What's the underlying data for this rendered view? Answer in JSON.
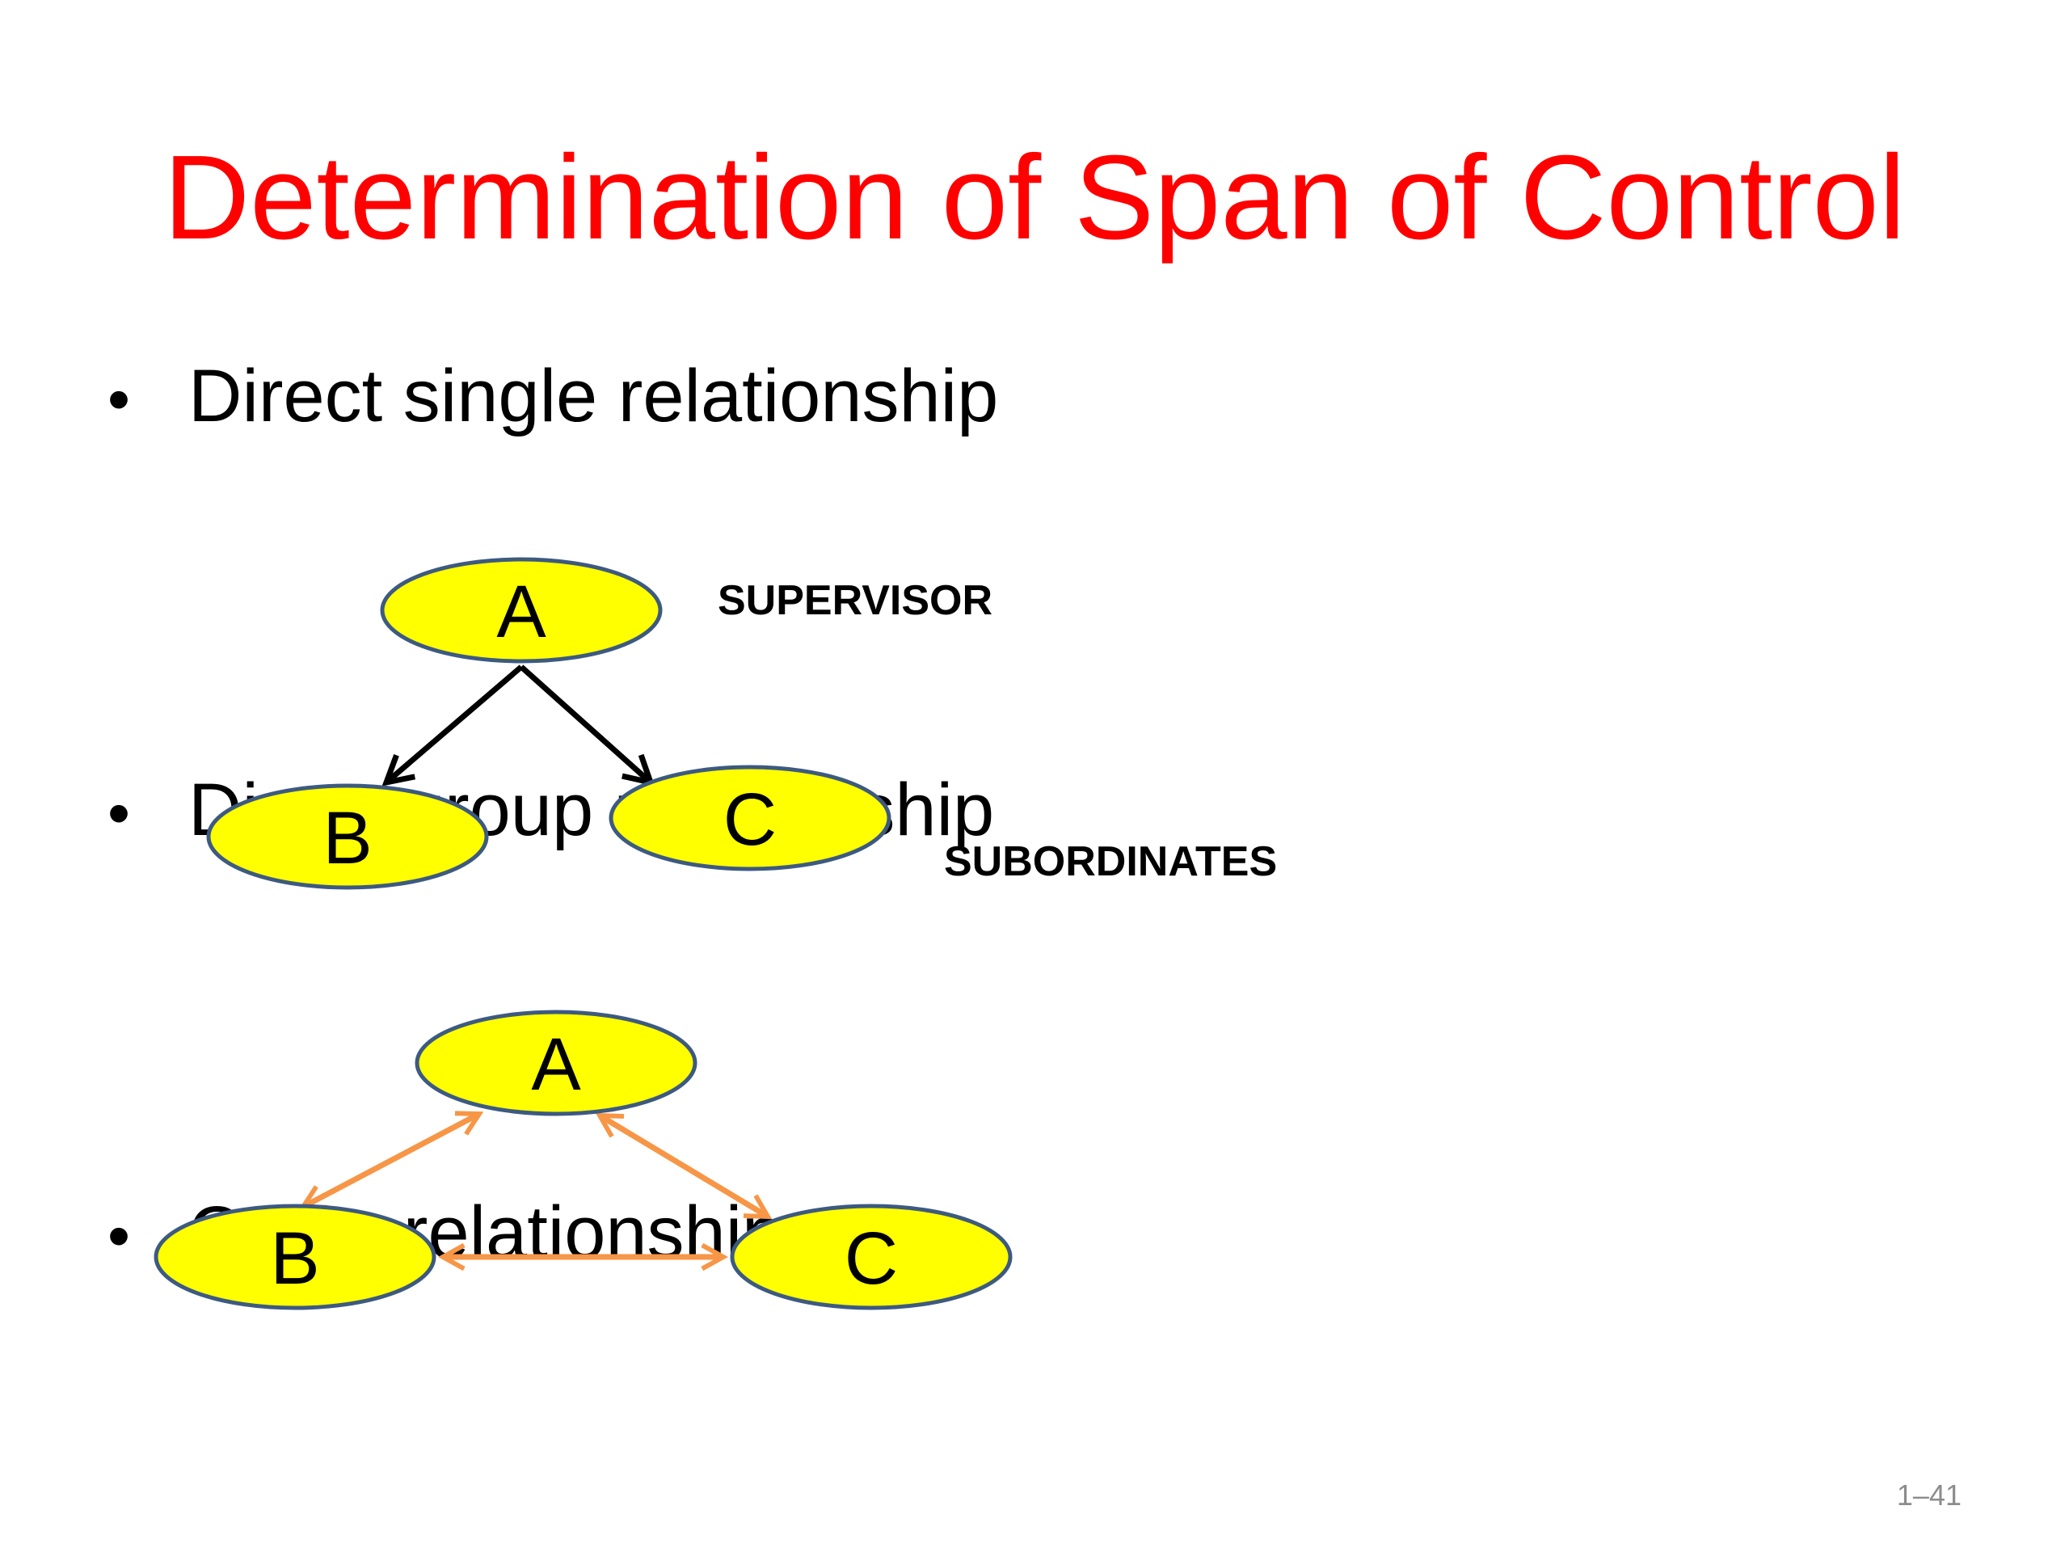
{
  "slide": {
    "title": "Determination of Span of Control",
    "page_number": "1–41"
  },
  "bullets": [
    {
      "bullet": "•",
      "text": "Direct single relationship"
    },
    {
      "bullet": "•",
      "text": "Direct group relationship"
    },
    {
      "bullet": "•",
      "text": "Cross relationship"
    }
  ],
  "diagrams": {
    "direct": {
      "nodes": [
        "A",
        "B",
        "C"
      ],
      "supervisor_label": "SUPERVISOR",
      "subordinates_label": "SUBORDINATES"
    },
    "cross": {
      "nodes": [
        "A",
        "B",
        "C"
      ]
    }
  },
  "colors": {
    "title": "#ff0000",
    "node_fill": "#ffff00",
    "node_stroke": "#3d5a80",
    "direct_arrow": "#000000",
    "cross_arrow": "#f79646"
  }
}
